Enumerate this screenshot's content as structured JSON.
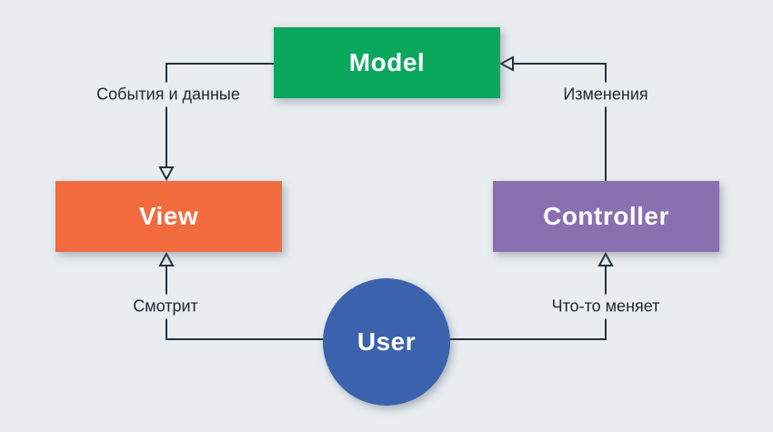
{
  "background": "#e9edf0",
  "wire_color": "#22333e",
  "nodes": {
    "model": {
      "label": "Model",
      "color": "#0aa85d",
      "text_color": "#ffffff"
    },
    "view": {
      "label": "View",
      "color": "#f26b3e",
      "text_color": "#ffffff"
    },
    "controller": {
      "label": "Controller",
      "color": "#8a6fb1",
      "text_color": "#ffffff"
    },
    "user": {
      "label": "User",
      "color": "#3b63ad",
      "text_color": "#ffffff"
    }
  },
  "edges": [
    {
      "from": "Model",
      "to": "View",
      "label": "События и данные"
    },
    {
      "from": "Controller",
      "to": "Model",
      "label": "Изменения"
    },
    {
      "from": "User",
      "to": "View",
      "label": "Смотрит"
    },
    {
      "from": "User",
      "to": "Controller",
      "label": "Что-то меняет"
    }
  ]
}
